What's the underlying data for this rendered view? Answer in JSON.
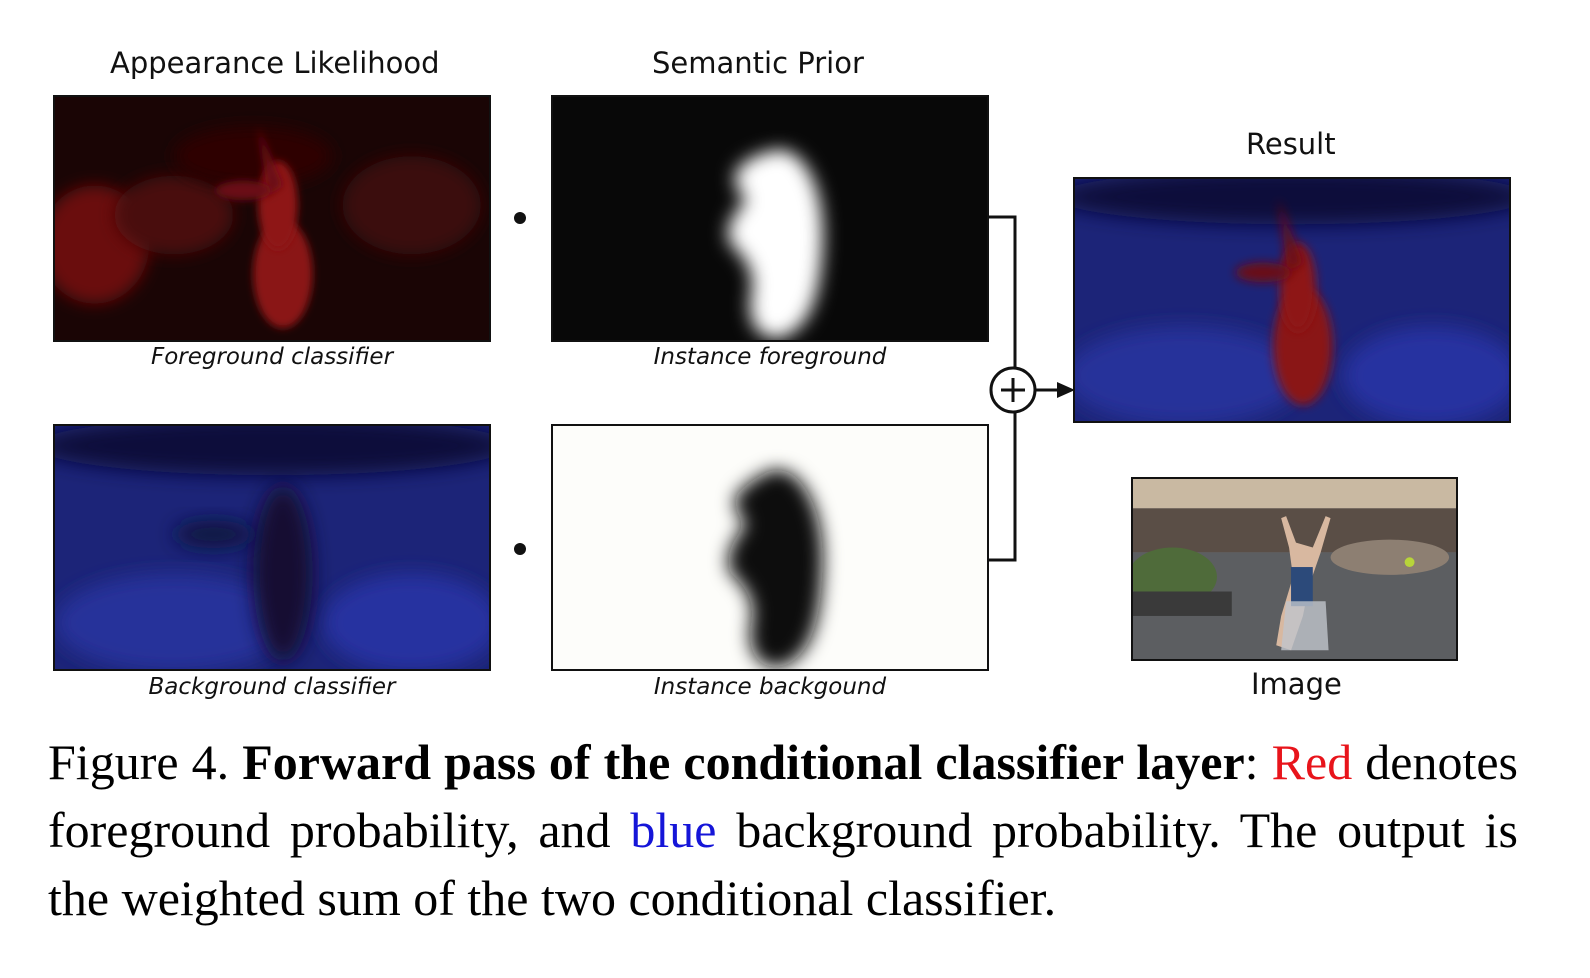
{
  "figure": {
    "headers": {
      "appearance": "Appearance Likelihood",
      "semantic": "Semantic Prior",
      "result": "Result"
    },
    "panel_captions": {
      "fg_classifier": "Foreground classifier",
      "fg_instance": "Instance foreground",
      "bg_classifier": "Background classifier",
      "bg_instance": "Instance backgound",
      "image": "Image"
    },
    "icons": {
      "multiply": "dot-operator-icon",
      "sum": "plus-circle-icon"
    },
    "colors": {
      "foreground": "#e8141b",
      "background": "#1515d8"
    }
  },
  "caption": {
    "label": "Figure 4.",
    "title": "Forward pass of the conditional classifier layer",
    "colon": ":",
    "red_word": "Red",
    "text1": "denotes foreground probability, and",
    "blue_word": "blue",
    "text2": "background probability. The output is the weighted sum of the two conditional classifier."
  }
}
